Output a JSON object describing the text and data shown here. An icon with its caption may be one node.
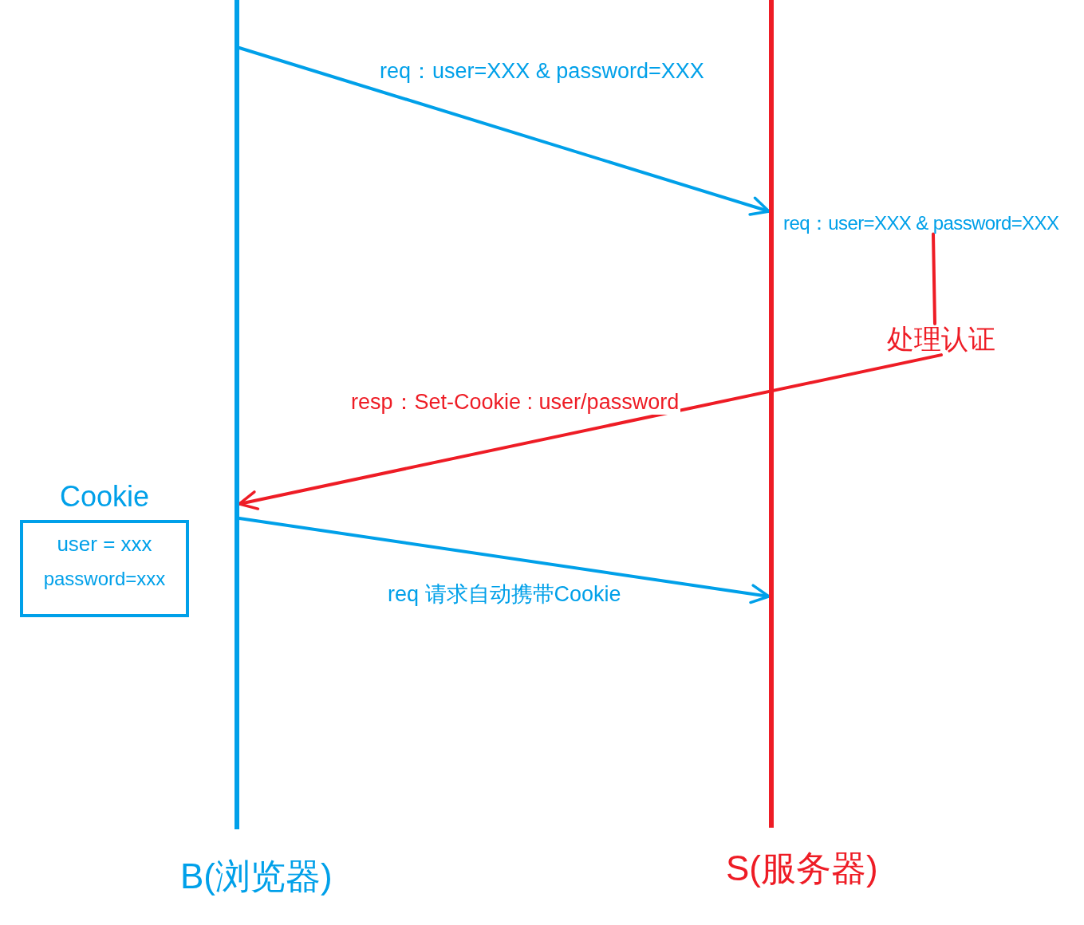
{
  "diagram": {
    "nodes": [
      {
        "text": [],
        "shape": "line",
        "beside": [
          "B(浏览器)"
        ]
      },
      {
        "text": [],
        "shape": "line",
        "beside": [
          "S(服务器)"
        ]
      },
      {
        "text": [
          "Cookie",
          "user = xxx",
          "password=xxx"
        ]
      },
      {
        "text": [
          "处理认证"
        ]
      },
      {
        "text": [
          "req：user=XXX & password=XXX"
        ]
      }
    ],
    "edges": [
      {
        "from": 0,
        "to": 1,
        "arrow": "to",
        "label": "req：user=XXX & password=XXX",
        "color": "#00a0e9"
      },
      {
        "from": 4,
        "to": 3,
        "arrow": "none",
        "color": "#ee1c25"
      },
      {
        "from": 3,
        "to": 0,
        "arrow": "to",
        "label": "resp：Set-Cookie : user/password",
        "color": "#ee1c25"
      },
      {
        "from": 0,
        "to": 1,
        "arrow": "to",
        "label": "req 请求自动携带Cookie",
        "color": "#00a0e9"
      }
    ]
  }
}
